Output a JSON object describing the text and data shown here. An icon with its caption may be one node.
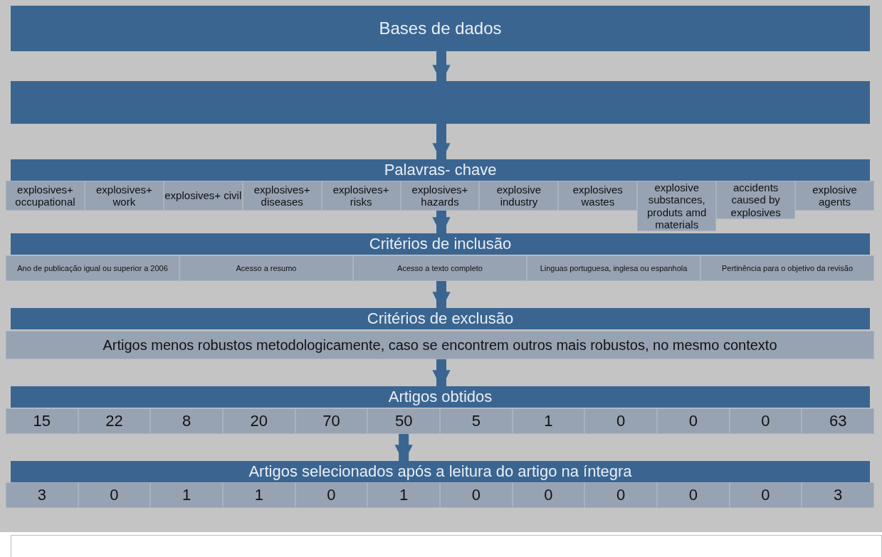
{
  "diagram": {
    "nodes": [
      {
        "text": [
          "Bases de dados"
        ]
      },
      {
        "text": [],
        "shape": "box"
      },
      {
        "text": [
          "Palavras- chave"
        ]
      },
      {
        "text": [
          "explosives+ occupational"
        ]
      },
      {
        "text": [
          "explosives+ work"
        ]
      },
      {
        "text": [
          "explosives+ civil"
        ]
      },
      {
        "text": [
          "explosives+ diseases"
        ]
      },
      {
        "text": [
          "explosives+ risks"
        ]
      },
      {
        "text": [
          "explosives+ hazards"
        ]
      },
      {
        "text": [
          "explosive industry"
        ]
      },
      {
        "text": [
          "explosives wastes"
        ]
      },
      {
        "text": [
          "explosive substances, produts amd materials"
        ]
      },
      {
        "text": [
          "accidents caused by explosives"
        ]
      },
      {
        "text": [
          "explosive agents"
        ]
      },
      {
        "text": [
          "Critérios de inclusão"
        ]
      },
      {
        "text": [
          "Ano de publicação igual ou superior a 2006"
        ]
      },
      {
        "text": [
          "Acesso a resumo"
        ]
      },
      {
        "text": [
          "Acesso a texto completo"
        ]
      },
      {
        "text": [
          "Linguas portuguesa, inglesa ou espanhola"
        ]
      },
      {
        "text": [
          "Pertinência para o objetivo da revisão"
        ]
      },
      {
        "text": [
          "Critérios de exclusão"
        ]
      },
      {
        "text": [
          "Artigos menos robustos metodologicamente, caso se encontrem outros mais robustos, no mesmo contexto"
        ]
      },
      {
        "text": [
          "Artigos obtidos"
        ]
      },
      {
        "text": [
          "15"
        ]
      },
      {
        "text": [
          "22"
        ]
      },
      {
        "text": [
          "8"
        ]
      },
      {
        "text": [
          "20"
        ]
      },
      {
        "text": [
          "70"
        ]
      },
      {
        "text": [
          "50"
        ]
      },
      {
        "text": [
          "5"
        ]
      },
      {
        "text": [
          "1"
        ]
      },
      {
        "text": [
          "0"
        ]
      },
      {
        "text": [
          "0"
        ]
      },
      {
        "text": [
          "0"
        ]
      },
      {
        "text": [
          "63"
        ]
      },
      {
        "text": [
          "Artigos selecionados após a leitura do artigo na íntegra"
        ]
      },
      {
        "text": [
          "3"
        ]
      },
      {
        "text": [
          "0"
        ]
      },
      {
        "text": [
          "1"
        ]
      },
      {
        "text": [
          "1"
        ]
      },
      {
        "text": [
          "0"
        ]
      },
      {
        "text": [
          "1"
        ]
      },
      {
        "text": [
          "0"
        ]
      },
      {
        "text": [
          "0"
        ]
      },
      {
        "text": [
          "0"
        ]
      },
      {
        "text": [
          "0"
        ]
      },
      {
        "text": [
          "0"
        ]
      },
      {
        "text": [
          "3"
        ]
      }
    ],
    "edges": [
      {
        "from": 0,
        "to": 1,
        "arrow": "to"
      },
      {
        "from": 1,
        "to": 2,
        "arrow": "to"
      },
      {
        "from": 8,
        "to": 14,
        "arrow": "to"
      },
      {
        "from": 17,
        "to": 20,
        "arrow": "to"
      },
      {
        "from": 21,
        "to": 22,
        "arrow": "to"
      },
      {
        "from": 28,
        "to": 35,
        "arrow": "to"
      }
    ]
  }
}
